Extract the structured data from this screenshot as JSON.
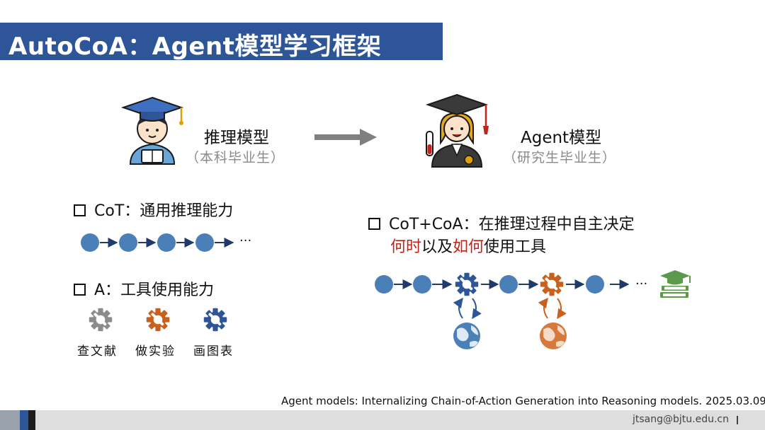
{
  "title": "AutoCoA：Agent模型学习框架",
  "left_role": {
    "title": "推理模型",
    "subtitle": "（本科毕业生）"
  },
  "right_role": {
    "title": "Agent模型",
    "subtitle": "（研究生毕业生）"
  },
  "cot_section": {
    "label": "CoT：通用推理能力",
    "ellipsis": "···"
  },
  "a_section": {
    "label": "A：工具使用能力"
  },
  "tools": [
    {
      "label": "查文献",
      "color": "#8c8c8c",
      "icon": "gear-wrench-icon"
    },
    {
      "label": "做实验",
      "color": "#c8601e",
      "icon": "gear-wrench-icon"
    },
    {
      "label": "画图表",
      "color": "#2e5597",
      "icon": "gear-wrench-icon"
    }
  ],
  "coa_section": {
    "line1": "CoT+CoA：在推理过程中自主决定",
    "line2_red1": "何时",
    "line2_mid": "以及",
    "line2_red2": "如何",
    "line2_end": "使用工具",
    "ellipsis": "···"
  },
  "citation": "Agent models: Internalizing Chain-of-Action Generation into Reasoning models. 2025.03.09",
  "footer": {
    "email": "jtsang@bjtu.edu.cn"
  },
  "colors": {
    "brand_blue": "#2e5597",
    "node_blue": "#4a7fb8",
    "orange": "#c8601e",
    "gray": "#8c8c8c",
    "green": "#5a9a4a",
    "emphasis_red": "#c0241b"
  }
}
